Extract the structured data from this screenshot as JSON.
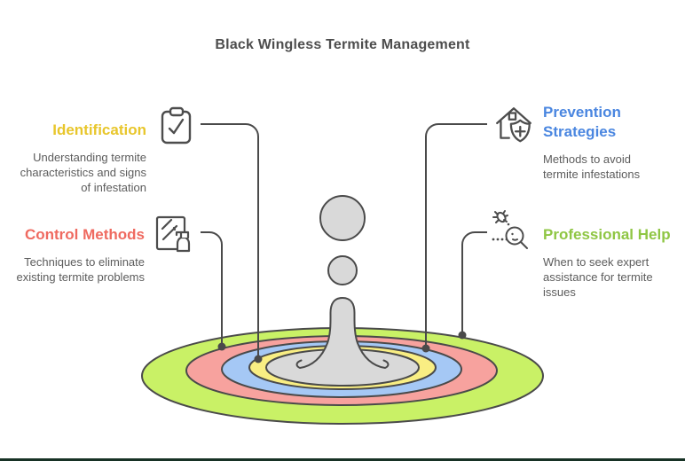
{
  "title": "Black Wingless Termite Management",
  "sections": {
    "identification": {
      "label": "Identification",
      "description": "Understanding termite characteristics and signs of infestation",
      "color": "#e8c62b",
      "icon": "clipboard-check-icon",
      "linked_ring": "yellow"
    },
    "control": {
      "label": "Control Methods",
      "description": "Techniques to eliminate existing termite problems",
      "color": "#ef6a60",
      "icon": "window-spray-icon",
      "linked_ring": "red"
    },
    "prevention": {
      "label": "Prevention Strategies",
      "description": "Methods to avoid termite infestations",
      "color": "#4a86e0",
      "icon": "house-shield-icon",
      "linked_ring": "blue"
    },
    "professional": {
      "label": "Professional Help",
      "description": "When to seek expert assistance for termite issues",
      "color": "#8fc644",
      "icon": "bug-magnifier-icon",
      "linked_ring": "green"
    }
  },
  "illustration": {
    "name": "water-splash-with-ripple-rings",
    "outline_color": "#4a4a4a",
    "splash_fill": "#d9d9d9",
    "rings": [
      {
        "name": "green-outer-ring",
        "color": "#c9f166"
      },
      {
        "name": "red-ring",
        "color": "#f7a29e"
      },
      {
        "name": "blue-ring",
        "color": "#a5c8f5"
      },
      {
        "name": "yellow-ring",
        "color": "#f9ee83"
      },
      {
        "name": "gray-center",
        "color": "#d9d9d9"
      }
    ]
  },
  "footer_bar_color": "#173225"
}
